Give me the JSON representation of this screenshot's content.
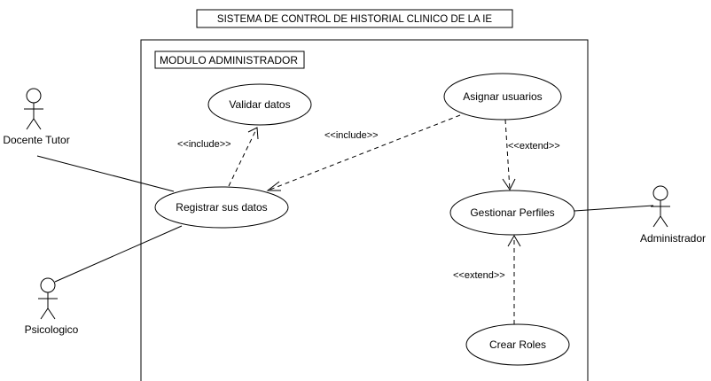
{
  "title": "SISTEMA DE CONTROL DE HISTORIAL CLINICO DE LA IE",
  "module": {
    "label": "MODULO ADMINISTRADOR"
  },
  "actors": {
    "docente_tutor": "Docente Tutor",
    "psicologico": "Psicologico",
    "administrador": "Administrador"
  },
  "use_cases": {
    "validar_datos": "Validar datos",
    "registrar_sus_datos": "Registrar sus datos",
    "asignar_usuarios": "Asignar usuarios",
    "gestionar_perfiles": "Gestionar Perfiles",
    "crear_roles": "Crear Roles"
  },
  "relations": {
    "include_validar": "<<include>>",
    "include_asignar": "<<include>>",
    "extend_asignar": "<<extend>>",
    "extend_crear": "<<extend>>"
  },
  "colors": {
    "line": "#000000",
    "background": "#ffffff"
  }
}
